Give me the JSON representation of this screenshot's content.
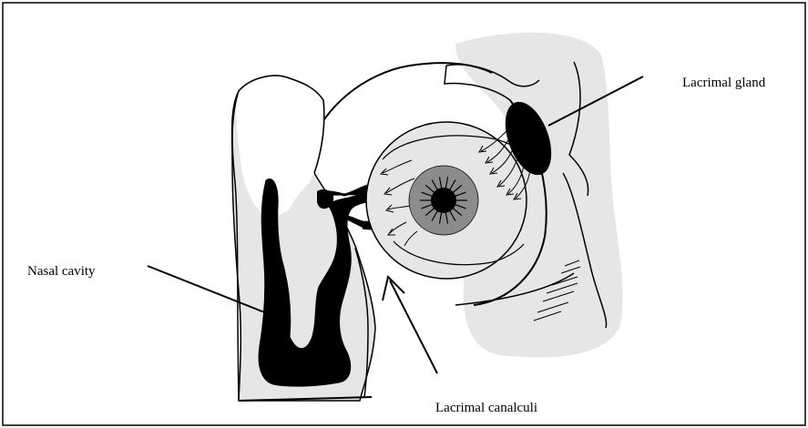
{
  "labels": {
    "lacrimal_gland": "Lacrimal gland",
    "nasal_cavity": "Nasal cavity",
    "lacrimal_canalculi": "Lacrimal canalculi"
  },
  "colors": {
    "tissue": "#e6e6e6",
    "iris": "#8c8c8c",
    "dark": "#000000",
    "frame": "#000000"
  }
}
